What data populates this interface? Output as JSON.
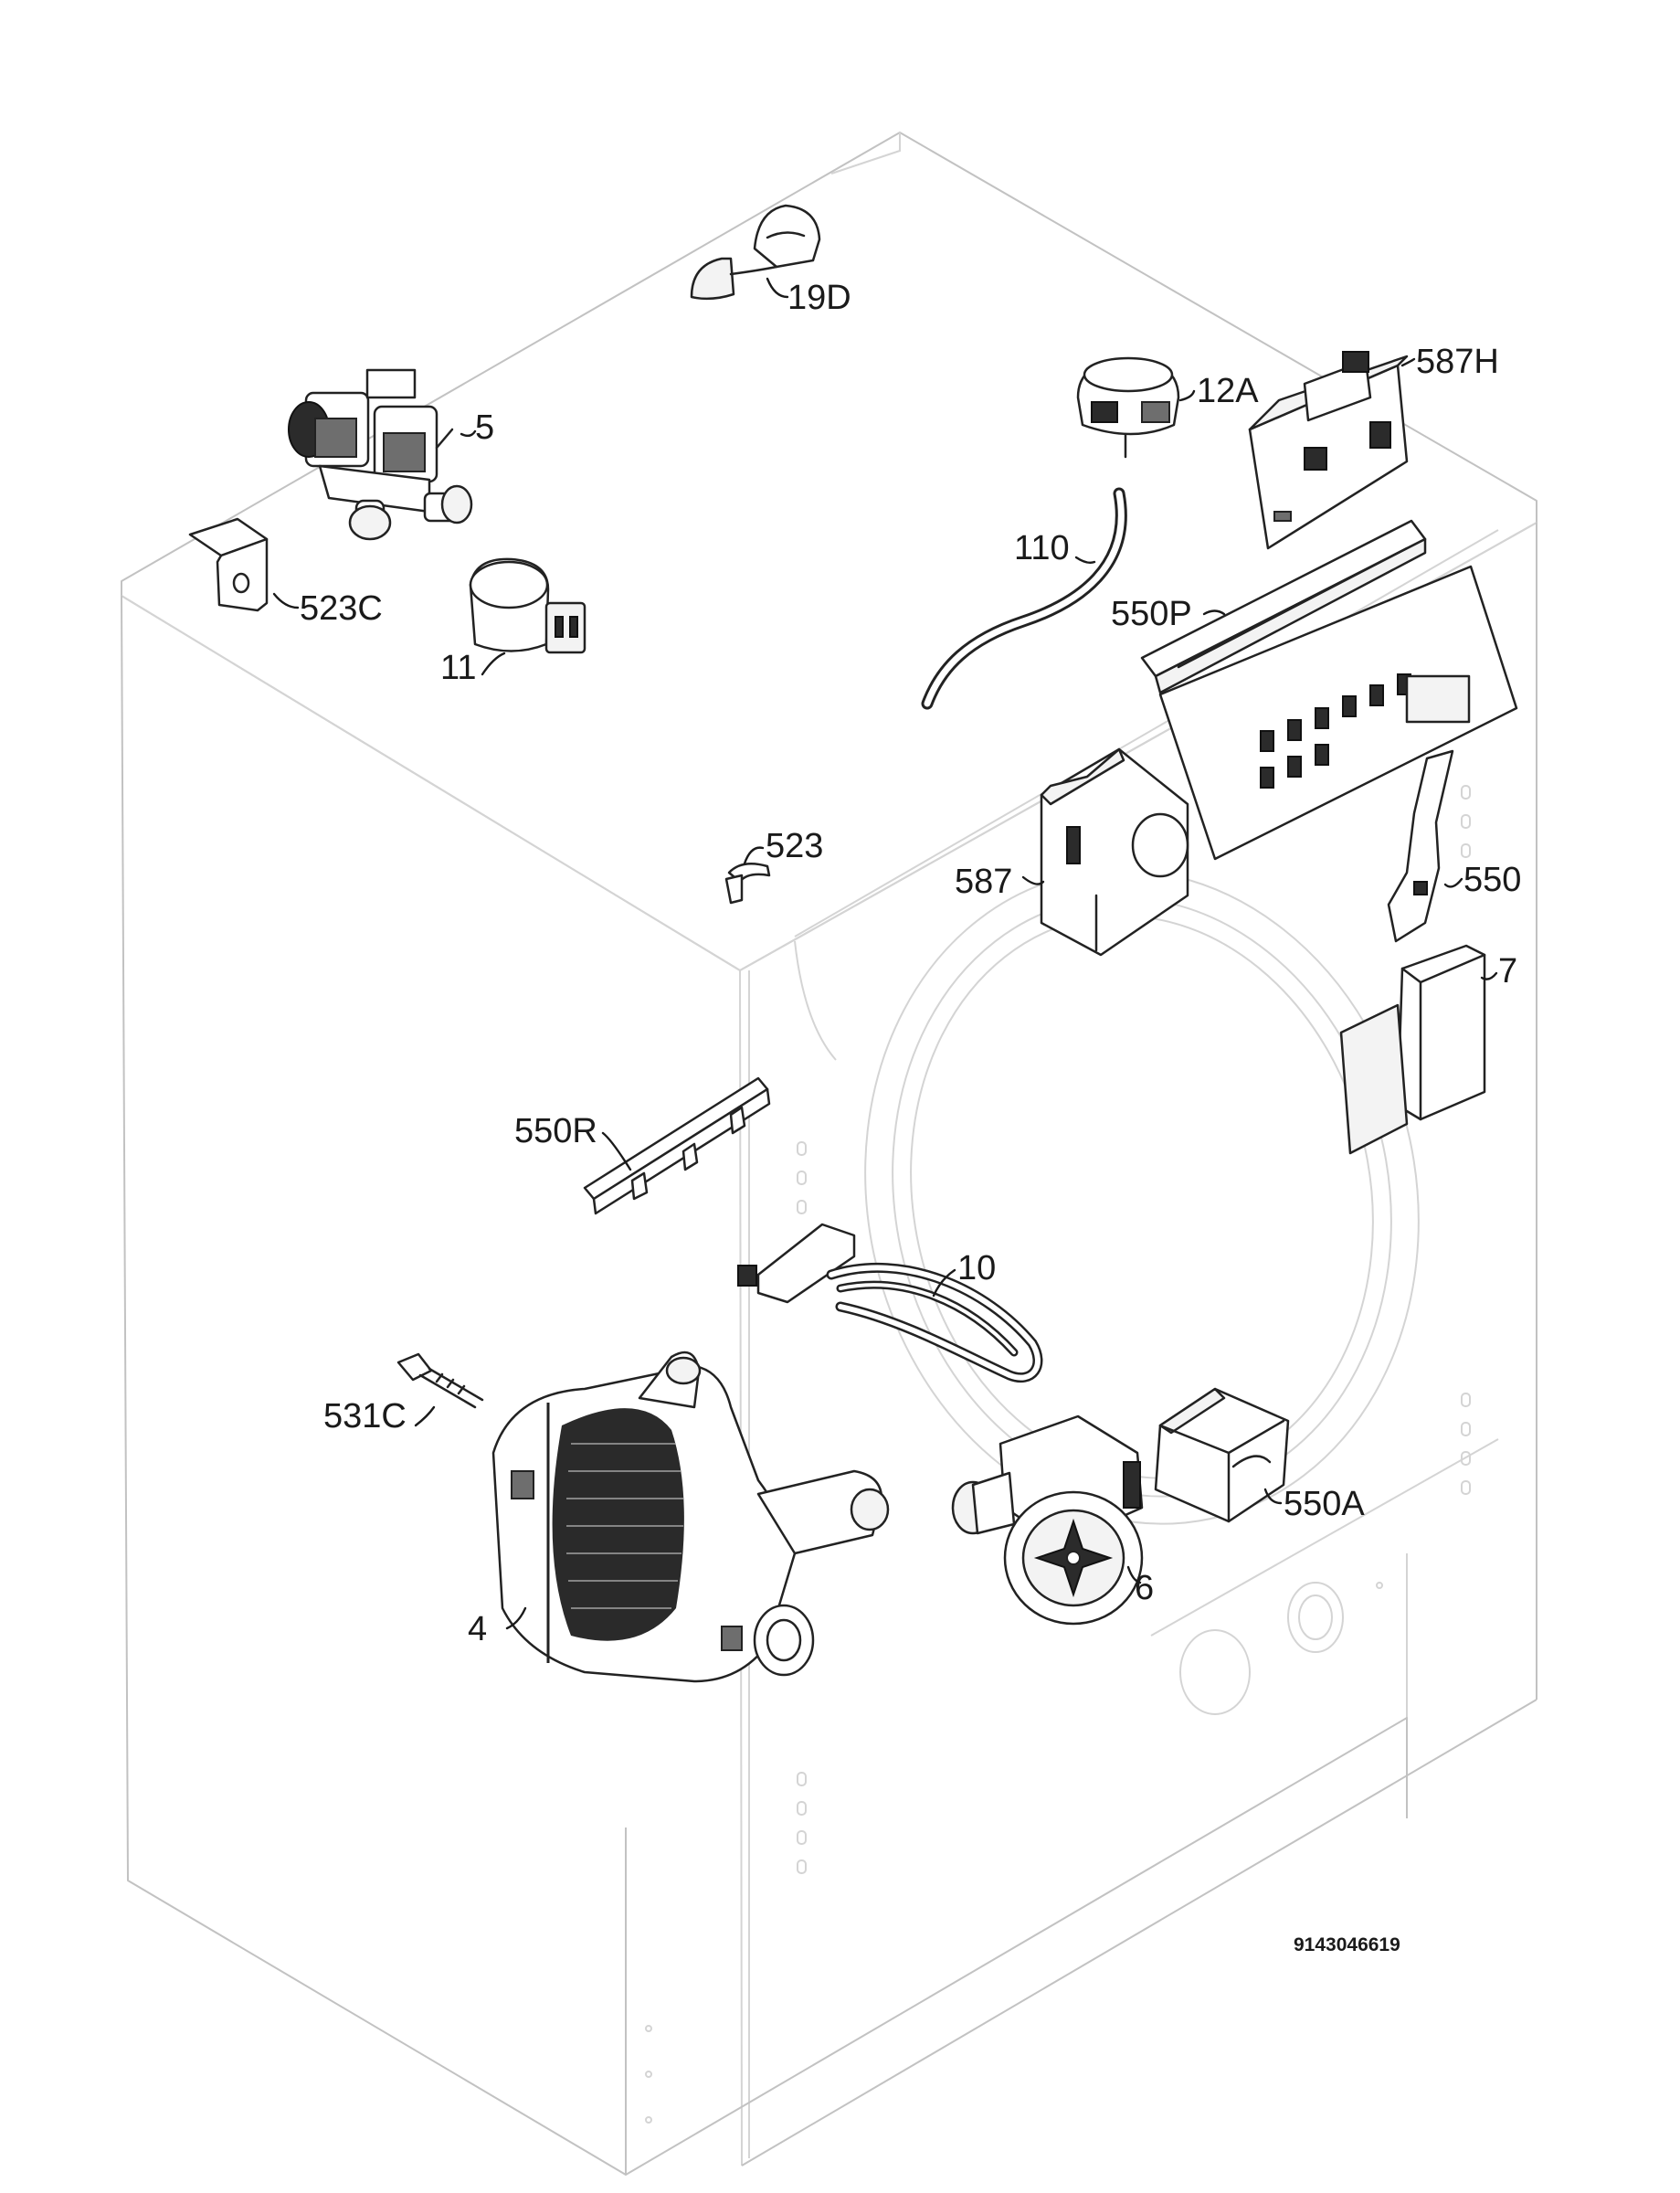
{
  "callouts": {
    "c19d": "19D",
    "c587h": "587H",
    "c12a": "12A",
    "c5": "5",
    "c110": "110",
    "c523c": "523C",
    "c550p": "550P",
    "c11": "11",
    "c523": "523",
    "c587": "587",
    "c550": "550",
    "c7": "7",
    "c550r": "550R",
    "c10": "10",
    "c531c": "531C",
    "c550a": "550A",
    "c6": "6",
    "c4": "4"
  },
  "document_number": "9143046619"
}
